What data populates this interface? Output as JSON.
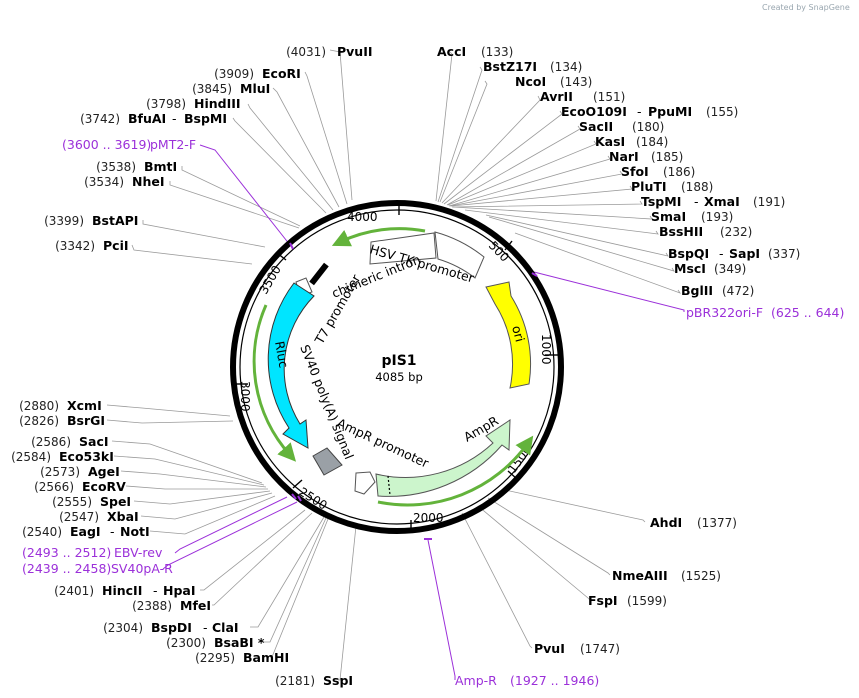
{
  "credit": "Created by SnapGene",
  "plasmid": {
    "name": "pIS1",
    "length_label": "4085 bp"
  },
  "ruler": [
    "500",
    "1000",
    "1500",
    "2000",
    "2500",
    "3000",
    "3500",
    "4000"
  ],
  "enzymes": [
    {
      "pos": "(4031)",
      "name": "PvuII"
    },
    {
      "pos": "(3909)",
      "name": "EcoRI"
    },
    {
      "pos": "(3845)",
      "name": "MluI"
    },
    {
      "pos": "(3798)",
      "name": "HindIII"
    },
    {
      "pos": "(3742)",
      "name": "BfuAI",
      "name2": "BspMI"
    },
    {
      "pos": "(3538)",
      "name": "BmtI"
    },
    {
      "pos": "(3534)",
      "name": "NheI"
    },
    {
      "pos": "(3399)",
      "name": "BstAPI"
    },
    {
      "pos": "(3342)",
      "name": "PciI"
    },
    {
      "pos": "(2880)",
      "name": "XcmI"
    },
    {
      "pos": "(2826)",
      "name": "BsrGI"
    },
    {
      "pos": "(2586)",
      "name": "SacI"
    },
    {
      "pos": "(2584)",
      "name": "Eco53kI"
    },
    {
      "pos": "(2573)",
      "name": "AgeI"
    },
    {
      "pos": "(2566)",
      "name": "EcoRV"
    },
    {
      "pos": "(2555)",
      "name": "SpeI"
    },
    {
      "pos": "(2547)",
      "name": "XbaI"
    },
    {
      "pos": "(2540)",
      "name": "EagI",
      "name2": "NotI"
    },
    {
      "pos": "(2401)",
      "name": "HincII",
      "name2": "HpaI"
    },
    {
      "pos": "(2388)",
      "name": "MfeI"
    },
    {
      "pos": "(2304)",
      "name": "BspDI",
      "name2": "ClaI"
    },
    {
      "pos": "(2300)",
      "name": "BsaBI *"
    },
    {
      "pos": "(2295)",
      "name": "BamHI"
    },
    {
      "pos": "(2181)",
      "name": "SspI"
    },
    {
      "pos": "(133)",
      "name": "AccI"
    },
    {
      "pos": "(134)",
      "name": "BstZ17I"
    },
    {
      "pos": "(143)",
      "name": "NcoI"
    },
    {
      "pos": "(151)",
      "name": "AvrII"
    },
    {
      "pos": "(155)",
      "name": "EcoO109I",
      "name2": "PpuMI"
    },
    {
      "pos": "(180)",
      "name": "SacII"
    },
    {
      "pos": "(184)",
      "name": "KasI"
    },
    {
      "pos": "(185)",
      "name": "NarI"
    },
    {
      "pos": "(186)",
      "name": "SfoI"
    },
    {
      "pos": "(188)",
      "name": "PluTI"
    },
    {
      "pos": "(191)",
      "name": "TspMI",
      "name2": "XmaI"
    },
    {
      "pos": "(193)",
      "name": "SmaI"
    },
    {
      "pos": "(232)",
      "name": "BssHII"
    },
    {
      "pos": "(337)",
      "name": "BspQI",
      "name2": "SapI"
    },
    {
      "pos": "(349)",
      "name": "MscI"
    },
    {
      "pos": "(472)",
      "name": "BglII"
    },
    {
      "pos": "(1377)",
      "name": "AhdI"
    },
    {
      "pos": "(1525)",
      "name": "NmeAIII"
    },
    {
      "pos": "(1599)",
      "name": "FspI"
    },
    {
      "pos": "(1747)",
      "name": "PvuI"
    }
  ],
  "primers": [
    {
      "range": "(3600 .. 3619)",
      "name": "pMT2-F"
    },
    {
      "range": "(625 .. 644)",
      "name": "pBR322ori-F"
    },
    {
      "range": "(2493 .. 2512)",
      "name": "EBV-rev"
    },
    {
      "range": "(2439 .. 2458)",
      "name": "SV40pA-R"
    },
    {
      "range": "(1927 .. 1946)",
      "name": "Amp-R"
    }
  ],
  "features": [
    {
      "name": "HSV TK promoter",
      "color": "#ffffff"
    },
    {
      "name": "chimeric intron",
      "color": "#000000"
    },
    {
      "name": "T7 promoter",
      "color": "#ffffff"
    },
    {
      "name": "Rluc",
      "color": "#00e5ff"
    },
    {
      "name": "SV40 poly(A) signal",
      "color": "#999999"
    },
    {
      "name": "AmpR promoter",
      "color": "#ffffff"
    },
    {
      "name": "AmpR",
      "color": "#ccf5cc"
    },
    {
      "name": "ori",
      "color": "#ffff00"
    }
  ],
  "colors": {
    "primer": "#9b30d9",
    "orf_arrow": "#63b33b",
    "backbone": "#000000"
  }
}
